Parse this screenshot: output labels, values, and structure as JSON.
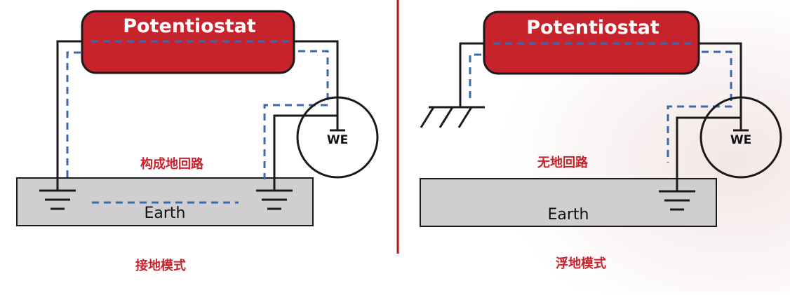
{
  "left_panel": {
    "device_label": "Potentiostat",
    "electrode_label": "WE",
    "ground_label": "Earth",
    "loop_label": "构成地回路",
    "mode_label": "接地模式"
  },
  "right_panel": {
    "device_label": "Potentiostat",
    "electrode_label": "WE",
    "ground_label": "Earth",
    "loop_label": "无地回路",
    "mode_label": "浮地模式"
  },
  "colors": {
    "device_fill": "#c8232c",
    "device_stroke": "#1a1a1a",
    "wire": "#1a1a1a",
    "loop_dashed": "#3d68b0",
    "earth_fill": "#cfcfcf",
    "caption_red": "#c8232c",
    "divider": "#b5121b"
  },
  "icons": [
    "earth-ground-symbol",
    "chassis-ground-symbol",
    "electrode-circle"
  ]
}
